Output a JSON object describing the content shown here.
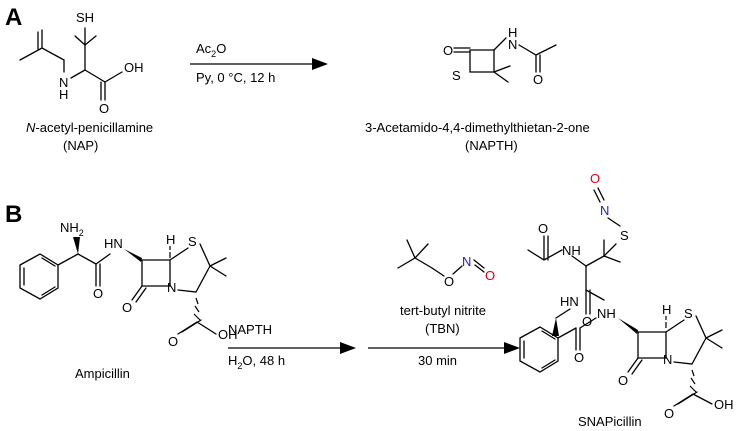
{
  "panels": {
    "a": "A",
    "b": "B"
  },
  "reaction_a": {
    "reagent_top": "Ac",
    "reagent_top_sub": "2",
    "reagent_top_tail": "O",
    "conditions": "Py, 0 °C, 12 h",
    "reactant_name_italic": "N",
    "reactant_name_rest": "-acetyl-penicillamine",
    "reactant_abbr": "(NAP)",
    "product_name": "3-Acetamido-4,4-dimethylthietan-2-one",
    "product_abbr": "(NAPTH)"
  },
  "reaction_b": {
    "step1_reagent": "NAPTH",
    "step1_conditions_h": "H",
    "step1_conditions_sub": "2",
    "step1_conditions_tail": "O, 48 h",
    "step2_reagent_name": "tert-butyl nitrite",
    "step2_reagent_abbr": "(TBN)",
    "step2_conditions": "30 min",
    "reactant_name": "Ampicillin",
    "product_name": "SNAPicillin"
  },
  "atoms": {
    "sh": "SH",
    "oh": "OH",
    "o": "O",
    "h": "H",
    "n": "N",
    "s": "S",
    "nh": "NH",
    "hn": "HN",
    "nh2": "NH",
    "nh2_sub": "2"
  },
  "colors": {
    "oxygen_nitroso": "#e0001a",
    "nitrogen_nitroso": "#1f1fc8"
  }
}
